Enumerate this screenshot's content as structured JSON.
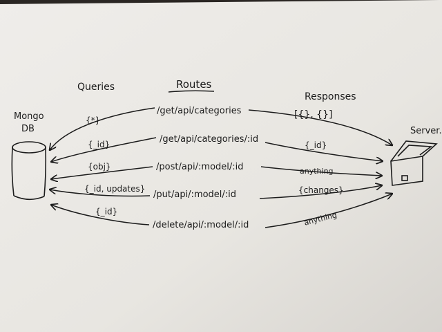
{
  "headers": {
    "queries": "Queries",
    "routes": "Routes",
    "responses": "Responses"
  },
  "database": {
    "line1": "Mongo",
    "line2": "DB"
  },
  "server": {
    "label": "Server."
  },
  "rows": [
    {
      "query": "{*}",
      "route": "/get/api/categories",
      "response": "[{}, {}]"
    },
    {
      "query": "{_id}",
      "route": "/get/api/categories/:id",
      "response": "{_id}"
    },
    {
      "query": "{obj}",
      "route": "/post/api/:model/:id",
      "response": "anything"
    },
    {
      "query": "{_id, updates}",
      "route": "/put/api/:model/:id",
      "response": "{changes}"
    },
    {
      "query": "{_id}",
      "route": "/delete/api/:model/:id",
      "response": "anything"
    }
  ],
  "colors": {
    "paper": "#ebe9e4",
    "ink": "#1c1c1c",
    "background": "#2a2623"
  }
}
